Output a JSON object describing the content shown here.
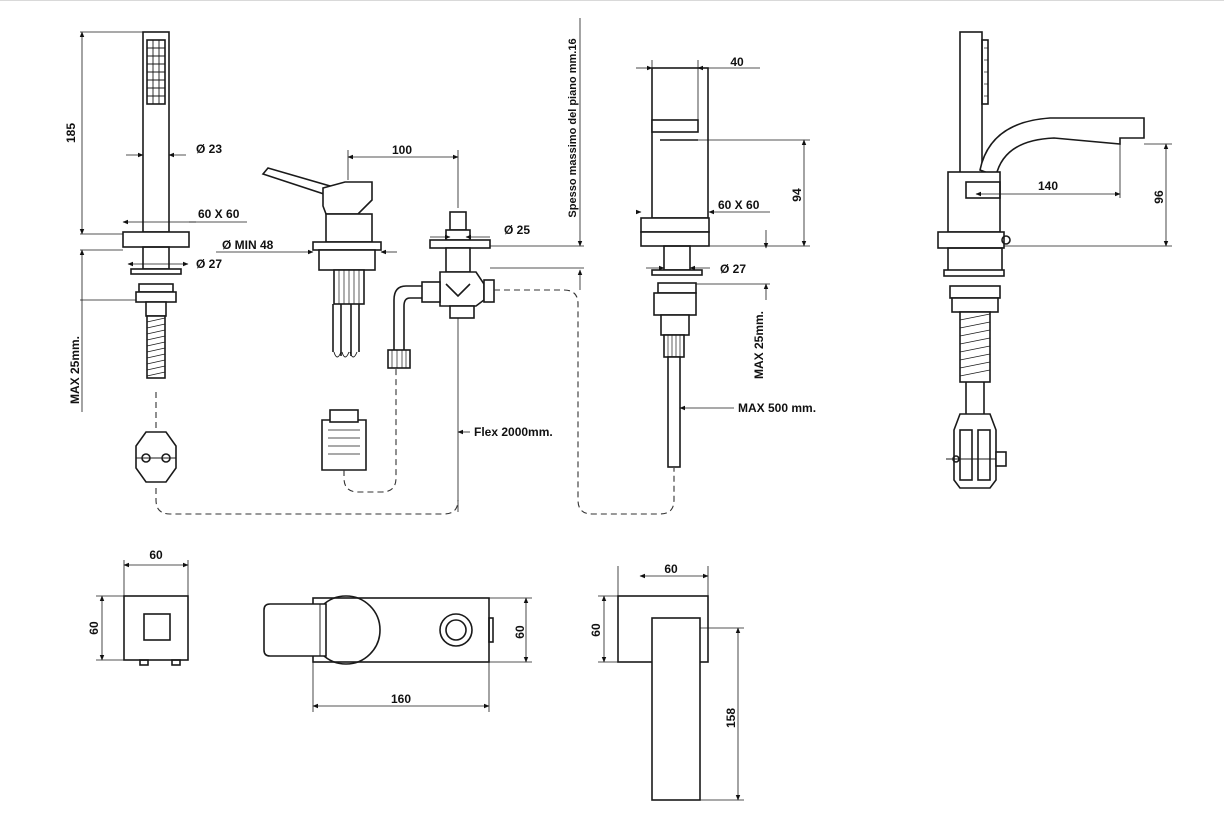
{
  "labels": {
    "hand_height": "185",
    "hand_diameter": "Ø 23",
    "hand_base": "60 X 60",
    "hand_hole": "Ø 27",
    "max_25_left": "MAX 25mm.",
    "mixer_spacing": "100",
    "mixer_min_hole": "Ø MIN 48",
    "diverter_diameter": "Ø 25",
    "deck_thickness": "Spesso massimo del piano mm.16",
    "flex_length": "Flex 2000mm.",
    "spout_width": "40",
    "spout_height": "94",
    "spout_base": "60 X 60",
    "spout_hole": "Ø 27",
    "max_25_right": "MAX 25mm.",
    "max_tail": "MAX 500 mm.",
    "side_reach": "140",
    "side_height": "96",
    "plan1_width": "60",
    "plan1_depth": "60",
    "plan2_depth": "60",
    "plan2_length": "160",
    "plan3_width": "60",
    "plan3_depth": "60",
    "plan3_length": "158"
  }
}
